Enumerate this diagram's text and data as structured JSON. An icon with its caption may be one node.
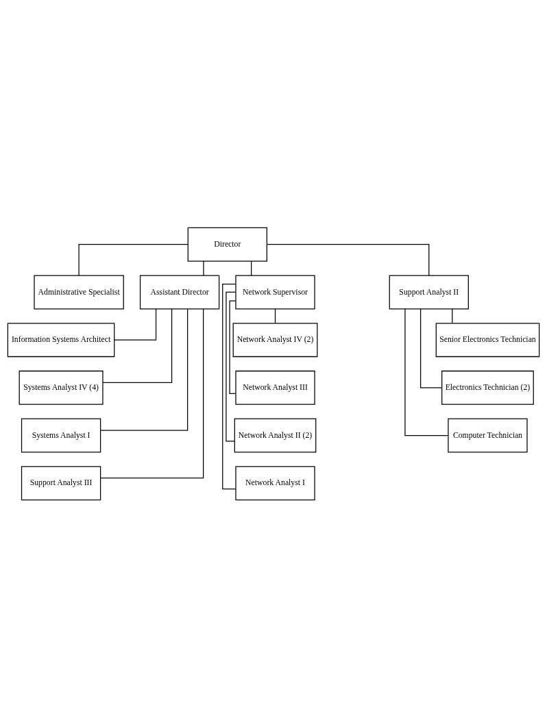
{
  "diagram": {
    "nodes": [
      {
        "text": [
          "Director"
        ]
      },
      {
        "text": [
          "Administrative Specialist"
        ]
      },
      {
        "text": [
          "Assistant Director"
        ]
      },
      {
        "text": [
          "Network Supervisor"
        ]
      },
      {
        "text": [
          "Support Analyst II"
        ]
      },
      {
        "text": [
          "Information Systems Architect"
        ]
      },
      {
        "text": [
          "Network Analyst IV (2)"
        ]
      },
      {
        "text": [
          "Senior Electronics Technician"
        ]
      },
      {
        "text": [
          "Systems Analyst IV (4)"
        ]
      },
      {
        "text": [
          "Network Analyst III"
        ]
      },
      {
        "text": [
          "Electronics Technician (2)"
        ]
      },
      {
        "text": [
          "Systems Analyst I"
        ]
      },
      {
        "text": [
          "Network Analyst II (2)"
        ]
      },
      {
        "text": [
          "Computer Technician"
        ]
      },
      {
        "text": [
          "Support Analyst III"
        ]
      },
      {
        "text": [
          "Network Analyst I"
        ]
      }
    ],
    "edges": [
      {
        "from": 0,
        "to": 1,
        "arrow": "none"
      },
      {
        "from": 0,
        "to": 2,
        "arrow": "none"
      },
      {
        "from": 0,
        "to": 3,
        "arrow": "none"
      },
      {
        "from": 0,
        "to": 4,
        "arrow": "none"
      },
      {
        "from": 2,
        "to": 5,
        "arrow": "none"
      },
      {
        "from": 2,
        "to": 8,
        "arrow": "none"
      },
      {
        "from": 2,
        "to": 11,
        "arrow": "none"
      },
      {
        "from": 2,
        "to": 14,
        "arrow": "none"
      },
      {
        "from": 3,
        "to": 6,
        "arrow": "none"
      },
      {
        "from": 3,
        "to": 9,
        "arrow": "none"
      },
      {
        "from": 3,
        "to": 12,
        "arrow": "none"
      },
      {
        "from": 3,
        "to": 15,
        "arrow": "none"
      },
      {
        "from": 4,
        "to": 7,
        "arrow": "none"
      },
      {
        "from": 4,
        "to": 10,
        "arrow": "none"
      },
      {
        "from": 4,
        "to": 13,
        "arrow": "none"
      }
    ]
  }
}
